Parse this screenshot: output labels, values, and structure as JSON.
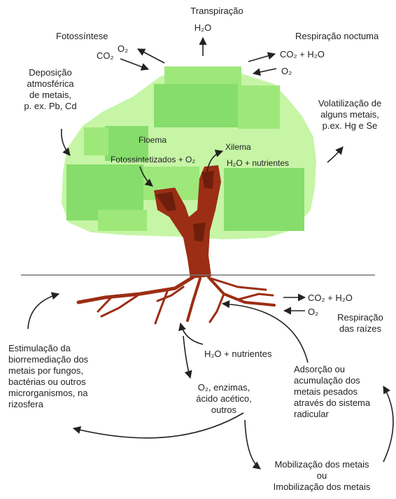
{
  "labels": {
    "transpiracao": "Transpiração",
    "h2o_top": "H₂O",
    "fotossintese": "Fotossíntese",
    "o2_photo": "O₂",
    "co2_photo": "CO₂",
    "respiracao_noturna": "Respiração noctuma",
    "co2_h2o_night": "CO₂ + H₂O",
    "o2_night": "O₂",
    "deposicao": [
      "Deposição",
      "atmosférica",
      "de metais,",
      "p. ex. Pb, Cd"
    ],
    "volatilizacao": [
      "Volatilização de",
      "alguns metais,",
      "p.ex. Hg e Se"
    ],
    "floema": "Floema",
    "fotossintetizados": "Fotossintetizados + O₂",
    "xilema": "Xilema",
    "h2o_nutrientes_tree": "H₂O + nutrientes",
    "co2_h2o_root": "CO₂ + H₂O",
    "o2_root": "O₂",
    "respiracao_raizes": [
      "Respiração",
      "das raízes"
    ],
    "estimulacao": [
      "Estimulação da",
      "biorremediação dos",
      "metais por fungos,",
      "bactérias ou outros",
      "microrganismos, na",
      "rizosfera"
    ],
    "h2o_nutrientes_root": "H₂O + nutrientes",
    "o2_enzimas": [
      "O₂, enzimas,",
      "ácido acético,",
      "outros"
    ],
    "adsorcao": [
      "Adsorção ou",
      "acumulação dos",
      "metais pesados",
      "através do sistema",
      "radicular"
    ],
    "mobilizacao": [
      "Mobilização dos metais",
      "ou",
      "Imobilização dos metais"
    ]
  },
  "colors": {
    "canopy_light": "#c6f5a6",
    "canopy_mid": "#9ee87a",
    "canopy_block": "#86dd6b",
    "trunk": "#9b2e14",
    "trunk_dark": "#6e1f0c",
    "arrow": "#222222",
    "ground": "#777777"
  }
}
